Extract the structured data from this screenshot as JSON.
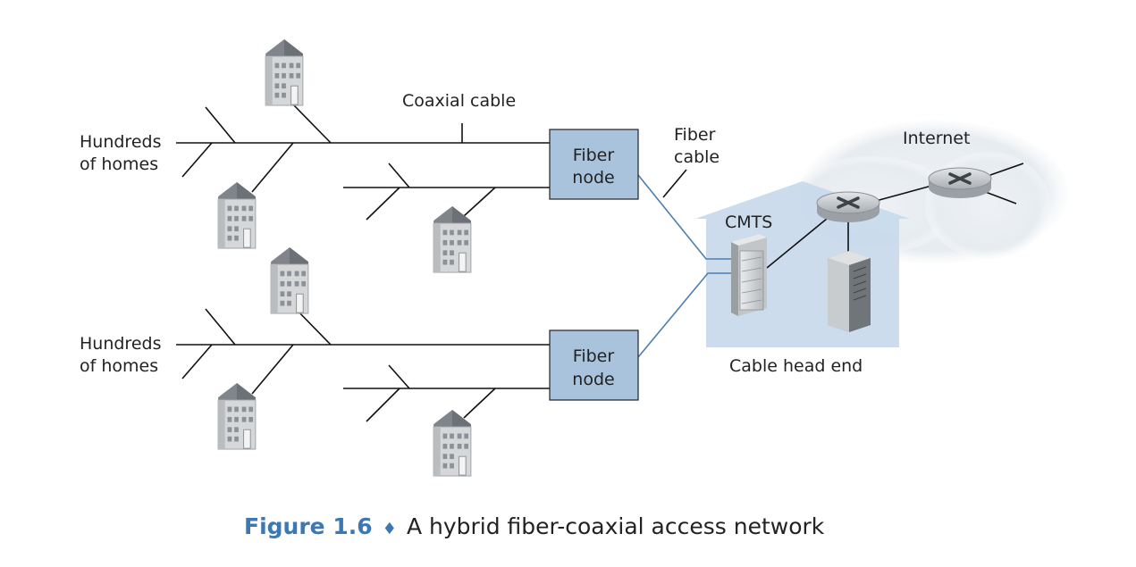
{
  "labels": {
    "hundreds_1": "Hundreds",
    "of_homes_1": "of homes",
    "hundreds_2": "Hundreds",
    "of_homes_2": "of homes",
    "coaxial_cable": "Coaxial cable",
    "fiber_node_top_line1": "Fiber",
    "fiber_node_top_line2": "node",
    "fiber_node_bottom_line1": "Fiber",
    "fiber_node_bottom_line2": "node",
    "fiber_cable_line1": "Fiber",
    "fiber_cable_line2": "cable",
    "cmts": "CMTS",
    "internet": "Internet",
    "cable_head_end": "Cable head end"
  },
  "caption": {
    "number": "Figure 1.6",
    "bullet": "♦",
    "text": "A hybrid fiber-coaxial access network"
  },
  "colors": {
    "fiber_node_fill": "#a9c3dc",
    "head_end_fill": "#c9daec",
    "fiber_line": "#4a7fb0",
    "coax_line": "#111111",
    "caption_accent": "#3c78b4",
    "cloud": "#e6ebf0"
  }
}
